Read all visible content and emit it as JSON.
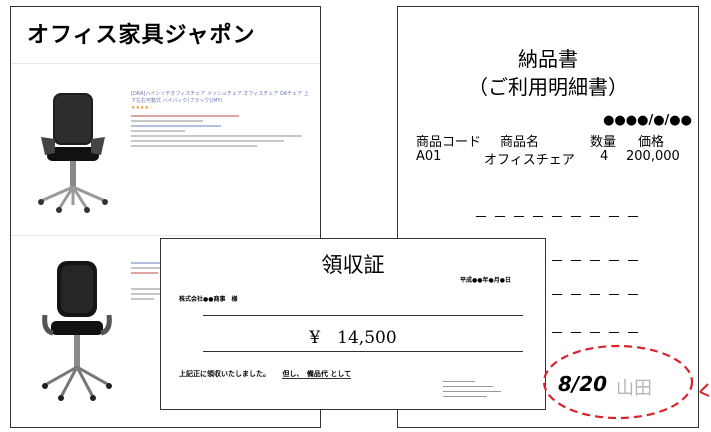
{
  "shop": {
    "title": "オフィス家具ジャポン",
    "listing1": {
      "title": "[DRA]ハイシッチオフィスチェア メッシュチェア オフィスチェア OAチェア 上下左右可動式 ハイバック(ブラック)(MY)",
      "stars": "★★★★☆"
    }
  },
  "note": {
    "title": "納品書",
    "subtitle": "（ご利用明細書）",
    "date": "●●●●/●/●●",
    "headers": {
      "code": "商品コード",
      "name": "商品名",
      "qty": "数量",
      "price": "価格"
    },
    "row": {
      "code": "A01",
      "name": "オフィスチェア",
      "qty": "4",
      "price": "200,000"
    },
    "dashes": "－－－－－－－－－"
  },
  "receipt": {
    "title": "領収証",
    "date": "平成●●年●月●日",
    "to": "株式会社●●商事　様",
    "amount": "¥　14,500",
    "memo_text": "上記正に領収いたしました。",
    "memo_note": "但し、　備品代 として"
  },
  "annotation": {
    "date": "8/20",
    "name": "山田",
    "color": "#d9232a"
  }
}
